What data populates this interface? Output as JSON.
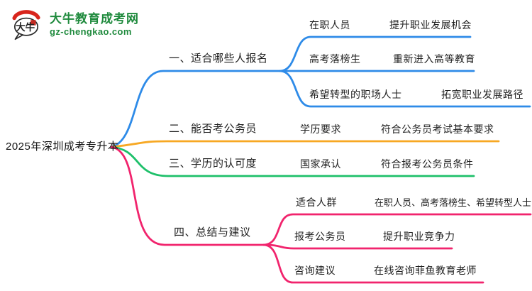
{
  "logo": {
    "site_name": "大牛教育成考网",
    "site_url": "gz-chengkao.com",
    "icon_text": "大牛",
    "brand_color": "#1f8a3d"
  },
  "root": {
    "label": "2025年深圳成考专升本"
  },
  "branches": [
    {
      "label": "一、适合哪些人报名",
      "color": "#2e8be8",
      "children": [
        {
          "node": "在职人员",
          "leaf": "提升职业发展机会"
        },
        {
          "node": "高考落榜生",
          "leaf": "重新进入高等教育"
        },
        {
          "node": "希望转型的职场人士",
          "leaf": "拓宽职业发展路径"
        }
      ]
    },
    {
      "label": "二、能否考公务员",
      "color": "#f7a823",
      "children": [
        {
          "node": "学历要求",
          "leaf": "符合公务员考试基本要求"
        }
      ]
    },
    {
      "label": "三、学历的认可度",
      "color": "#1ec06a",
      "children": [
        {
          "node": "国家承认",
          "leaf": "符合报考公务员条件"
        }
      ]
    },
    {
      "label": "四、总结与建议",
      "color": "#f1246d",
      "children": [
        {
          "node": "适合人群",
          "leaf": "在职人员、高考落榜生、希望转型人士"
        },
        {
          "node": "报考公务员",
          "leaf": "提升职业竞争力"
        },
        {
          "node": "咨询建议",
          "leaf": "在线咨询菲鱼教育老师"
        }
      ]
    }
  ]
}
